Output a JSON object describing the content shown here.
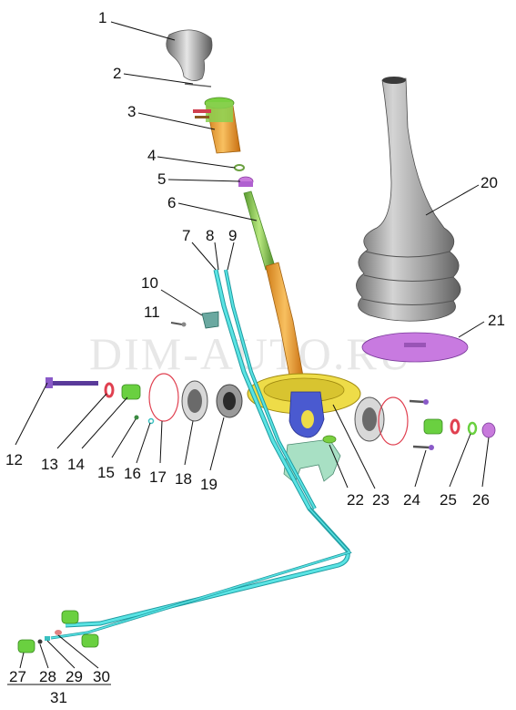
{
  "watermark": "DIM-AUTO.RU",
  "callouts": [
    {
      "id": "1",
      "text": "1"
    },
    {
      "id": "2",
      "text": "2"
    },
    {
      "id": "3",
      "text": "3"
    },
    {
      "id": "4",
      "text": "4"
    },
    {
      "id": "5",
      "text": "5"
    },
    {
      "id": "6",
      "text": "6"
    },
    {
      "id": "7",
      "text": "7"
    },
    {
      "id": "8",
      "text": "8"
    },
    {
      "id": "9",
      "text": "9"
    },
    {
      "id": "10",
      "text": "10"
    },
    {
      "id": "11",
      "text": "11"
    },
    {
      "id": "12",
      "text": "12"
    },
    {
      "id": "13",
      "text": "13"
    },
    {
      "id": "14",
      "text": "14"
    },
    {
      "id": "15",
      "text": "15"
    },
    {
      "id": "16",
      "text": "16"
    },
    {
      "id": "17",
      "text": "17"
    },
    {
      "id": "18",
      "text": "18"
    },
    {
      "id": "19",
      "text": "19"
    },
    {
      "id": "20",
      "text": "20"
    },
    {
      "id": "21",
      "text": "21"
    },
    {
      "id": "22",
      "text": "22"
    },
    {
      "id": "23",
      "text": "23"
    },
    {
      "id": "24",
      "text": "24"
    },
    {
      "id": "25",
      "text": "25"
    },
    {
      "id": "26",
      "text": "26"
    },
    {
      "id": "27",
      "text": "27"
    },
    {
      "id": "28",
      "text": "28"
    },
    {
      "id": "29",
      "text": "29"
    },
    {
      "id": "30",
      "text": "30"
    },
    {
      "id": "31",
      "text": "31"
    }
  ],
  "colors": {
    "cable": "#3fd4d4",
    "lever_orange": "#f0a030",
    "lever_green": "#8cc850",
    "boot_gray": "#8e8e8e",
    "plate_purple": "#c06ad8",
    "cup_yellow": "#e8d840",
    "housing_blue": "#4a5ad0",
    "fork_green": "#8ed0b0",
    "gasket_red": "#e04050"
  }
}
